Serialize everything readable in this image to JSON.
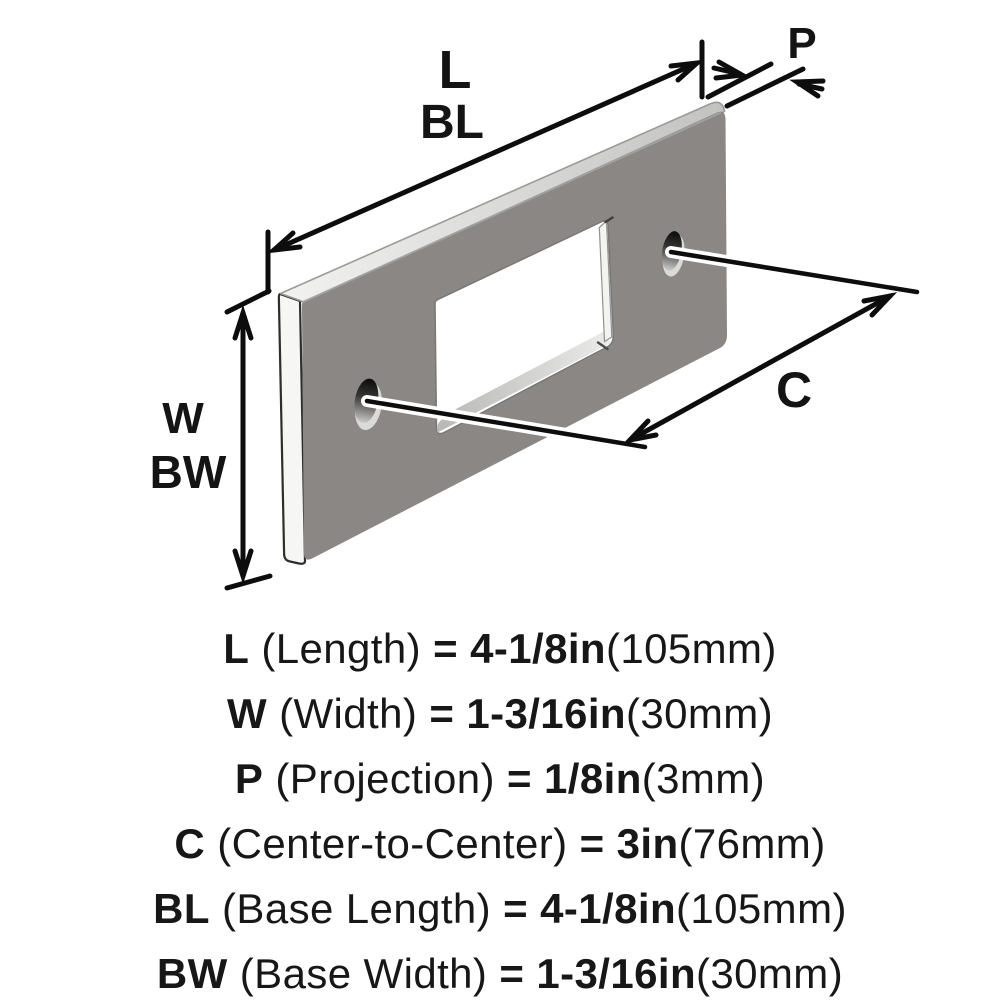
{
  "diagram": {
    "labels": {
      "length": "L",
      "base_length": "BL",
      "projection": "P",
      "width": "W",
      "base_width": "BW",
      "center_to_center": "C"
    }
  },
  "legend": {
    "rows": [
      {
        "code": "L",
        "name": "(Length)",
        "eq": "=",
        "value_in": "4-1/8in",
        "value_mm": "(105mm)"
      },
      {
        "code": "W",
        "name": "(Width)",
        "eq": "=",
        "value_in": "1-3/16in",
        "value_mm": "(30mm)"
      },
      {
        "code": "P",
        "name": "(Projection)",
        "eq": "=",
        "value_in": "1/8in",
        "value_mm": "(3mm)"
      },
      {
        "code": "C",
        "name": "(Center-to-Center)",
        "eq": "=",
        "value_in": "3in",
        "value_mm": "(76mm)"
      },
      {
        "code": "BL",
        "name": "(Base Length)",
        "eq": "=",
        "value_in": "4-1/8in",
        "value_mm": "(105mm)"
      },
      {
        "code": "BW",
        "name": "(Base Width)",
        "eq": "=",
        "value_in": "1-3/16in",
        "value_mm": "(30mm)"
      }
    ]
  },
  "colors": {
    "background": "#ffffff",
    "plate_face": "#8a8785",
    "plate_top_edge": "#d9d9d7",
    "plate_side_edge": "#f6f6f5",
    "cutout_wall": "#c9c9c7",
    "dimension_line": "#111111",
    "text": "#171717"
  }
}
